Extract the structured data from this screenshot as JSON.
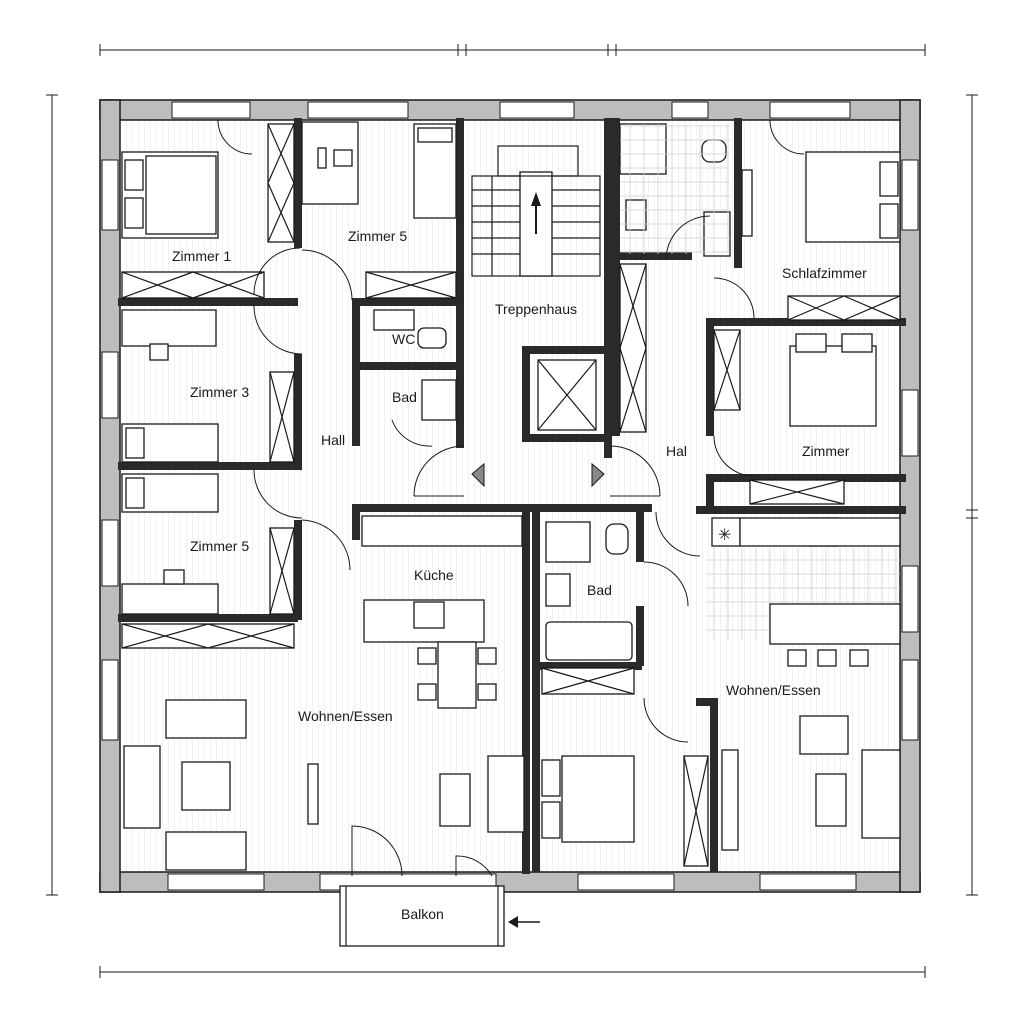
{
  "plan": {
    "rooms": [
      {
        "id": "zimmer-1",
        "label": "Zimmer 1"
      },
      {
        "id": "zimmer-5-top",
        "label": "Zimmer 5"
      },
      {
        "id": "treppenhaus",
        "label": "Treppenhaus"
      },
      {
        "id": "schlafzimmer",
        "label": "Schlafzimmer"
      },
      {
        "id": "wc",
        "label": "WC"
      },
      {
        "id": "bad-left",
        "label": "Bad"
      },
      {
        "id": "zimmer-3",
        "label": "Zimmer 3"
      },
      {
        "id": "hall-left",
        "label": "Hall"
      },
      {
        "id": "hal-right",
        "label": "Hal"
      },
      {
        "id": "zimmer-right",
        "label": "Zimmer"
      },
      {
        "id": "zimmer-5-left",
        "label": "Zimmer 5"
      },
      {
        "id": "kueche",
        "label": "Küche"
      },
      {
        "id": "bad-center",
        "label": "Bad"
      },
      {
        "id": "wohnen-left",
        "label": "Wohnen/Essen"
      },
      {
        "id": "wohnen-right",
        "label": "Wohnen/Essen"
      },
      {
        "id": "balkon",
        "label": "Balkon"
      }
    ],
    "icons": {
      "stair-arrow": "arrow-up-icon",
      "entry-left": "triangle-left-icon",
      "entry-right": "triangle-right-icon",
      "balcony-arrow": "arrow-left-icon",
      "kitchen-star": "asterisk-icon"
    },
    "colors": {
      "wall": "#2a2a2a",
      "wall_fill": "#bdbdbd",
      "line": "#1a1a1a",
      "hatch": "#e2e2e2"
    }
  }
}
